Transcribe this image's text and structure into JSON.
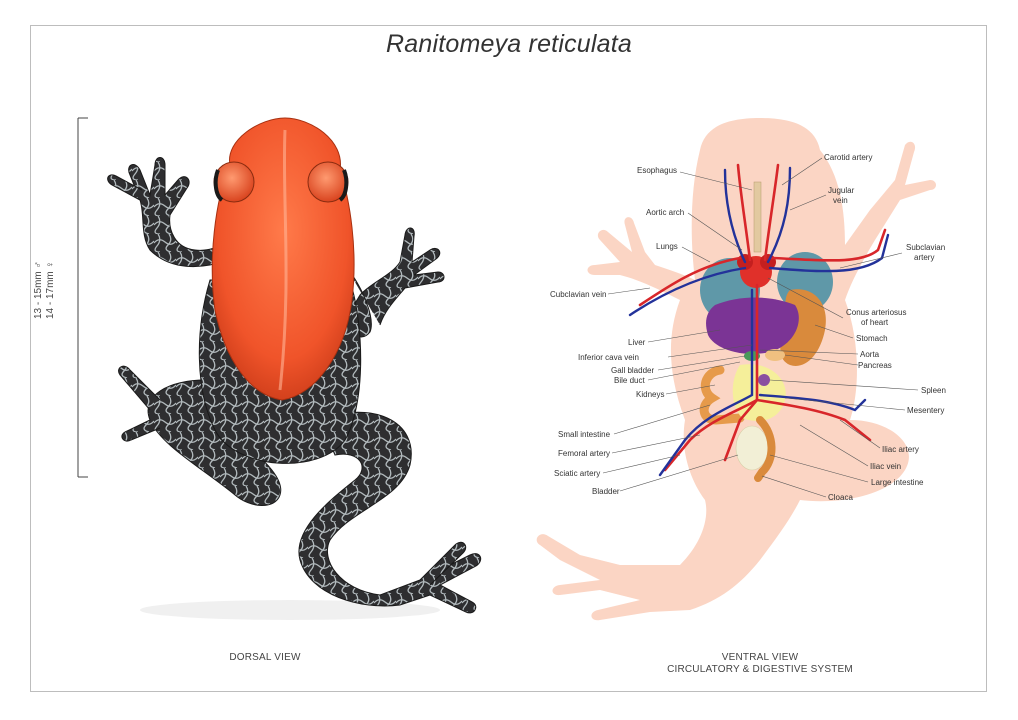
{
  "title": "Ranitomeya reticulata",
  "size": {
    "male": "13 - 15mm ♂",
    "female": "14 - 17mm ♀"
  },
  "captions": {
    "dorsal": "DORSAL VIEW",
    "ventral_line1": "VENTRAL VIEW",
    "ventral_line2": "CIRCULATORY & DIGESTIVE SYSTEM"
  },
  "labels": {
    "esophagus": "Esophagus",
    "carotid_artery": "Carotid artery",
    "jugular_vein_1": "Jugular",
    "jugular_vein_2": "vein",
    "aortic_arch": "Aortic arch",
    "lungs": "Lungs",
    "subclavian_artery_1": "Subclavian",
    "subclavian_artery_2": "artery",
    "cubclavian_vein": "Cubclavian vein",
    "conus_1": "Conus arteriosus",
    "conus_2": "of heart",
    "stomach": "Stomach",
    "liver": "Liver",
    "aorta": "Aorta",
    "inferior_cava_vein": "Inferior cava vein",
    "pancreas": "Pancreas",
    "gall_bladder": "Gall bladder",
    "bile_duct": "Bile duct",
    "kidneys": "Kidneys",
    "spleen": "Spleen",
    "mesentery": "Mesentery",
    "small_intestine": "Small intestine",
    "iliac_artery": "Iliac artery",
    "femoral_artery": "Femoral artery",
    "iliac_vein": "Iliac vein",
    "sciatic_artery": "Sciatic artery",
    "large_intestine": "Large intestine",
    "bladder": "Bladder",
    "cloaca": "Cloaca"
  },
  "colors": {
    "frog_orange": "#f0542a",
    "frog_black": "#2e2e30",
    "frog_reticulation": "#c9d3d6",
    "silhouette": "#fbd5c4",
    "artery": "#d8262a",
    "vein": "#23329a",
    "lungs": "#5f98a8",
    "liver": "#7b3495",
    "stomach": "#d98a3c",
    "intestine": "#e69a4a",
    "spleen_mesentery": "#f5ef9a",
    "bladder": "#f2efd6",
    "heart": "#e0302a"
  }
}
